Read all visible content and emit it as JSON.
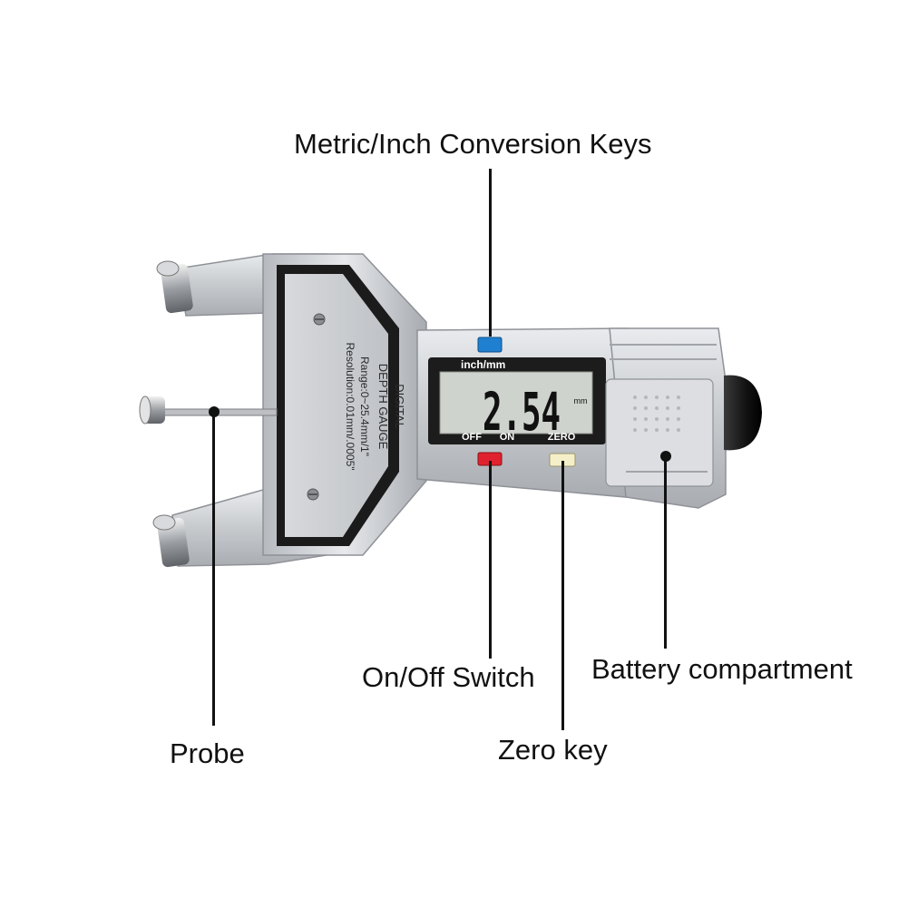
{
  "device": {
    "brand_line1": "DIGITAL",
    "brand_line2": "DEPTH GAUGE",
    "range_text": "Range:0~25.4mm/1\"",
    "resolution_text": "Resolution:0.01mm/.0005\"",
    "display": {
      "mode_label": "inch/mm",
      "reading": "2.54",
      "unit": "mm",
      "key_off": "OFF",
      "key_on": "ON",
      "key_zero": "ZERO"
    },
    "colors": {
      "conversion_key": "#1f7fd0",
      "power_key": "#e0222e",
      "zero_key": "#f4efc8",
      "body": "#c9ccd0",
      "lcd": "#cfd3cd",
      "bezel": "#1c1c1c"
    }
  },
  "callouts": {
    "conversion_keys": "Metric/Inch Conversion Keys",
    "probe": "Probe",
    "on_off_switch": "On/Off Switch",
    "zero_key": "Zero key",
    "battery_compartment": "Battery compartment"
  }
}
